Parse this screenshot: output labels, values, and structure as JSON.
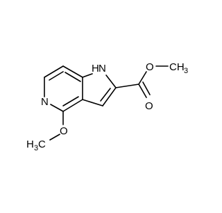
{
  "molecule": {
    "atoms": {
      "n_ring": "N",
      "nh": "H",
      "nh_n": "N",
      "o_ester_single": "O",
      "ch3_ester": "CH",
      "ch3_ester_sub": "3",
      "o_carbonyl": "O",
      "o_methoxy": "O",
      "h3c_h": "H",
      "h3c_sub": "3",
      "h3c_c": "C"
    }
  }
}
